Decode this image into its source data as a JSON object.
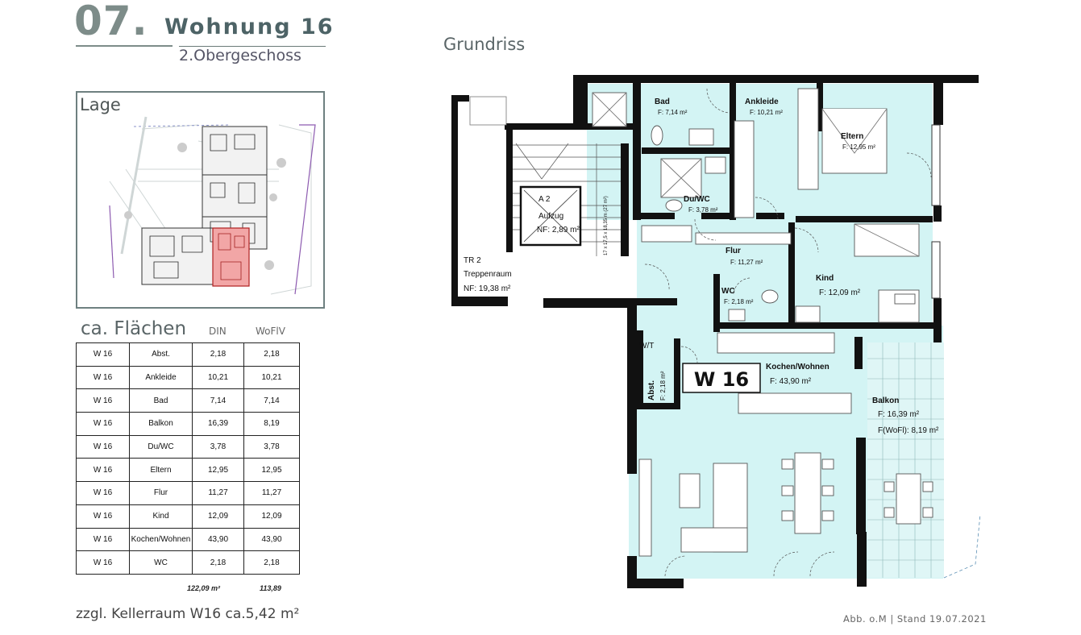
{
  "header": {
    "number": "07.",
    "unit_title": "Wohnung 16",
    "floor": "2.Obergeschoss",
    "grundriss": "Grundriss"
  },
  "lage": {
    "label": "Lage"
  },
  "areas": {
    "title": "ca. Flächen",
    "col_din": "DIN",
    "col_wofiv": "WoFlV",
    "rows": [
      {
        "unit": "W 16",
        "room": "Abst.",
        "din": "2,18",
        "wofiv": "2,18"
      },
      {
        "unit": "W 16",
        "room": "Ankleide",
        "din": "10,21",
        "wofiv": "10,21"
      },
      {
        "unit": "W 16",
        "room": "Bad",
        "din": "7,14",
        "wofiv": "7,14"
      },
      {
        "unit": "W 16",
        "room": "Balkon",
        "din": "16,39",
        "wofiv": "8,19"
      },
      {
        "unit": "W 16",
        "room": "Du/WC",
        "din": "3,78",
        "wofiv": "3,78"
      },
      {
        "unit": "W 16",
        "room": "Eltern",
        "din": "12,95",
        "wofiv": "12,95"
      },
      {
        "unit": "W 16",
        "room": "Flur",
        "din": "11,27",
        "wofiv": "11,27"
      },
      {
        "unit": "W 16",
        "room": "Kind",
        "din": "12,09",
        "wofiv": "12,09"
      },
      {
        "unit": "W 16",
        "room": "Kochen/Wohnen",
        "din": "43,90",
        "wofiv": "43,90"
      },
      {
        "unit": "W 16",
        "room": "WC",
        "din": "2,18",
        "wofiv": "2,18"
      }
    ],
    "total_din": "122,09 m²",
    "total_wofiv": "113,89"
  },
  "keller": "zzgl. Kellerraum W16  ca.5,42 m²",
  "stand": "Abb. o.M | Stand 19.07.2021",
  "plan": {
    "unit_badge": "W 16",
    "rooms": {
      "bad": {
        "name": "Bad",
        "area": "F: 7,14 m²"
      },
      "ankleide": {
        "name": "Ankleide",
        "area": "F: 10,21 m²"
      },
      "eltern": {
        "name": "Eltern",
        "area": "F: 12,95 m²"
      },
      "duwc": {
        "name": "Du/WC",
        "area": "F: 3,78 m²"
      },
      "flur": {
        "name": "Flur",
        "area": "F: 11,27 m²"
      },
      "wc": {
        "name": "WC",
        "area": "F: 2,18 m²"
      },
      "kind": {
        "name": "Kind",
        "area": "F: 12,09 m²"
      },
      "kochen": {
        "name": "Kochen/Wohnen",
        "area": "F: 43,90 m²"
      },
      "balkon": {
        "name": "Balkon",
        "area": "F: 16,39 m²",
        "area_wofl": "F(WoFl): 8,19 m²"
      },
      "abst": {
        "name": "Abst.",
        "area": "F: 2,18 m²"
      },
      "wt": {
        "name": "W/T"
      }
    },
    "aufzug": {
      "code": "A 2",
      "name": "Aufzug",
      "area": "NF: 2,89 m²",
      "dim": "17 x 17,5 x 18,35 m (27 m²)"
    },
    "treppe": {
      "code": "TR 2",
      "name": "Treppenraum",
      "area": "NF:  19,38 m²"
    }
  }
}
